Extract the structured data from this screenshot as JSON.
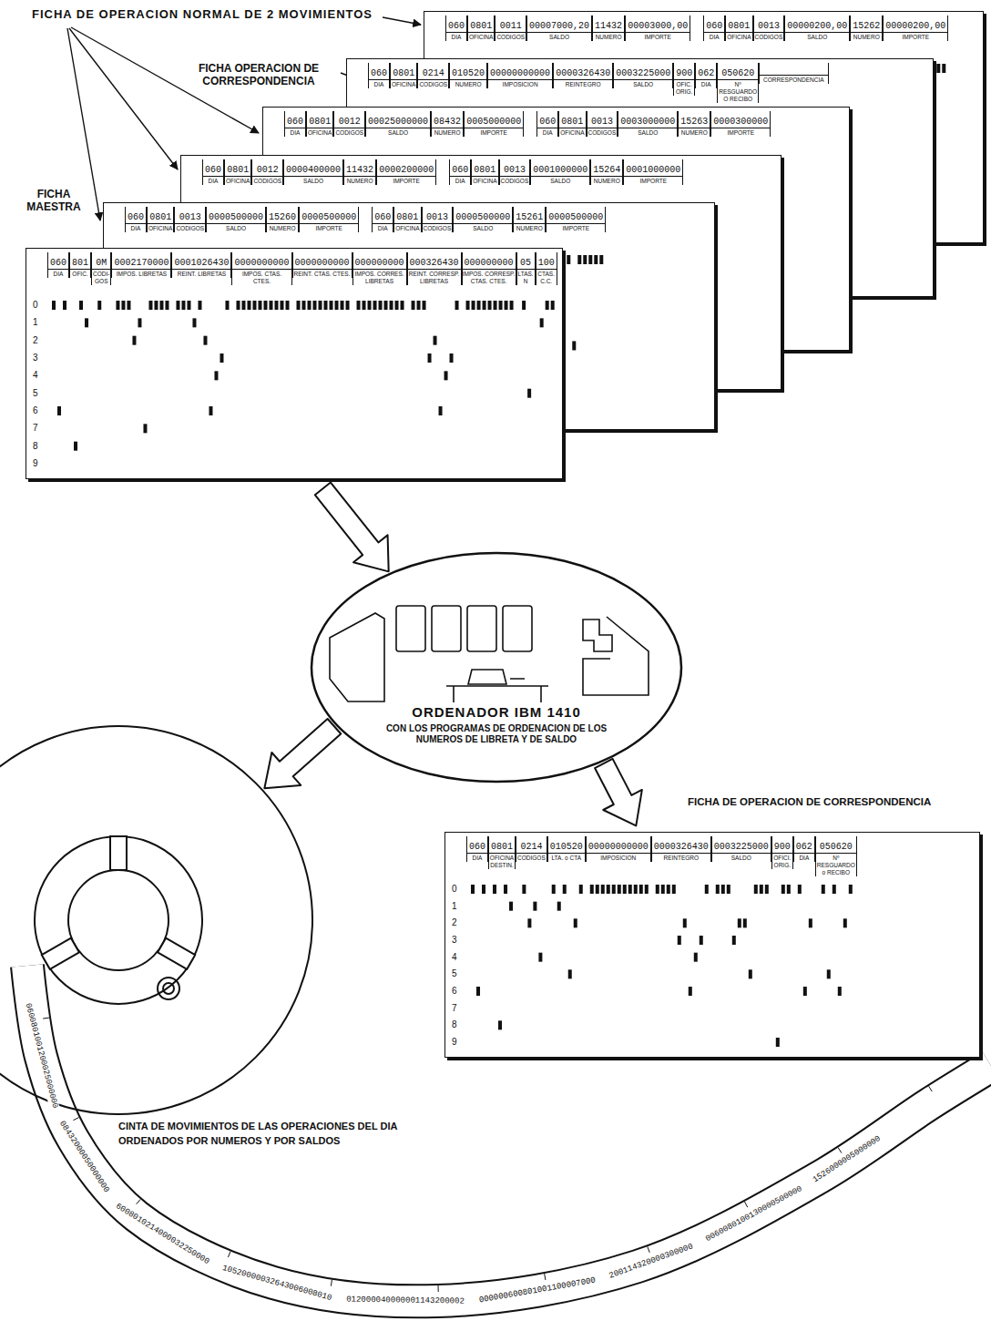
{
  "diagram": {
    "nodes": [
      {
        "text": [
          "060",
          "0801",
          "0011",
          "00007000,20",
          "11432",
          "00003000,00",
          "060",
          "0801",
          "0013",
          "00000200,00",
          "15262",
          "00000200,00",
          "DIA",
          "OFICINA",
          "CODIGOS",
          "SALDO",
          "NUMERO",
          "IMPORTE",
          "DIA",
          "OFICINA",
          "CODIGOS",
          "SALDO",
          "NUMERO",
          "IMPORTE"
        ]
      },
      {
        "text": [
          "060",
          "0801",
          "0214",
          "010520",
          "00000000000",
          "0000326430",
          "0003225000",
          "900",
          "062",
          "050620",
          "DIA",
          "OFICINA",
          "CODIGOS",
          "NUMERO",
          "IMPOSICION",
          "REINTEGRO",
          "SALDO",
          "OFIC. ORIG.",
          "DIA",
          "Nº RESGUARDO O RECIBO",
          "CORRESPONDENCIA"
        ]
      },
      {
        "text": [
          "060",
          "0801",
          "0012",
          "00025000000",
          "08432",
          "0005000000",
          "060",
          "0801",
          "0013",
          "0003000000",
          "15263",
          "0000300000",
          "DIA",
          "OFICINA",
          "CODIGOS",
          "SALDO",
          "NUMERO",
          "IMPORTE",
          "DIA",
          "OFICINA",
          "CODIGOS",
          "SALDO",
          "NUMERO",
          "IMPORTE"
        ]
      },
      {
        "text": [
          "060",
          "0801",
          "0012",
          "0000400000",
          "11432",
          "0000200000",
          "060",
          "0801",
          "0013",
          "0001000000",
          "15264",
          "0001000000",
          "DIA",
          "OFICINA",
          "CODIGOS",
          "SALDO",
          "NUMERO",
          "IMPORTE",
          "DIA",
          "OFICINA",
          "CODIGOS",
          "SALDO",
          "NUMERO",
          "IMPORTE"
        ]
      },
      {
        "text": [
          "060",
          "0801",
          "0013",
          "0000500000",
          "15260",
          "0000500000",
          "060",
          "0801",
          "0013",
          "0000500000",
          "15261",
          "0000500000",
          "DIA",
          "OFICINA",
          "CODIGOS",
          "SALDO",
          "NUMERO",
          "IMPORTE",
          "DIA",
          "OFICINA",
          "CODIGOS",
          "SALDO",
          "NUMERO",
          "IMPORTE"
        ]
      },
      {
        "text": [
          "060",
          "801",
          "0M",
          "0002170000",
          "0001026430",
          "0000000000",
          "0000000000",
          "000000000",
          "000326430",
          "000000000",
          "05",
          "100",
          "DIA",
          "OFIC.",
          "CODI-GOS",
          "IMPOS. LIBRETAS",
          "REINT. LIBRETAS",
          "IMPOS. CTAS. CTES.",
          "REINT. CTAS. CTES.",
          "IMPOS. CORRES. LIBRETAS",
          "REINT. CORRESP. LIBRETAS",
          "IMPOS. CORRESP. CTAS. CTES.",
          "LTAS. N",
          "CTAS. C.C.",
          "0",
          "1",
          "2",
          "3",
          "4",
          "5",
          "6",
          "7",
          "8",
          "9"
        ]
      },
      {
        "text": [
          "ORDENADOR IBM 1410",
          "CON LOS PROGRAMAS DE ORDENACION DE LOS NUMEROS DE LIBRETA Y DE SALDO"
        ]
      },
      {
        "text": [
          "CINTA DE MOVIMIENTOS DE LAS OPERACIONES DEL DIA ORDENADOS POR NUMEROS Y POR SALDOS"
        ]
      },
      {
        "text": [
          "060",
          "0801",
          "0214",
          "010520",
          "00000000000",
          "0000326430",
          "0003225000",
          "900",
          "062",
          "050620",
          "DIA",
          "OFICINA DESTIN.",
          "CODIGOS",
          "LTA. o CTA",
          "IMPOSICION",
          "REINTEGRO",
          "SALDO",
          "OFICI. ORIG.",
          "DIA",
          "Nº RESGUARDO o RECIBO",
          "0",
          "1",
          "2",
          "3",
          "4",
          "5",
          "6",
          "7",
          "8",
          "9"
        ]
      }
    ],
    "edges": [
      {
        "from": 5,
        "to": 6,
        "arrow": "to"
      },
      {
        "from": 6,
        "to": 7,
        "arrow": "to"
      },
      {
        "from": 6,
        "to": 8,
        "arrow": "to"
      }
    ],
    "labels": [
      "FICHA DE OPERACION NORMAL DE 2 MOVIMIENTOS",
      "FICHA OPERACION DE CORRESPONDENCIA",
      "FICHA MAESTRA",
      "FICHA DE OPERACION DE CORRESPONDENCIA",
      "0600801001200025000000",
      "08432000050000000",
      "6008010214000032250000",
      "10520000032643006008010",
      "012000040000001143200002",
      "000000600801001100007000",
      "200114320000300000",
      "0060080100130000500000",
      "1526000005000000"
    ]
  }
}
